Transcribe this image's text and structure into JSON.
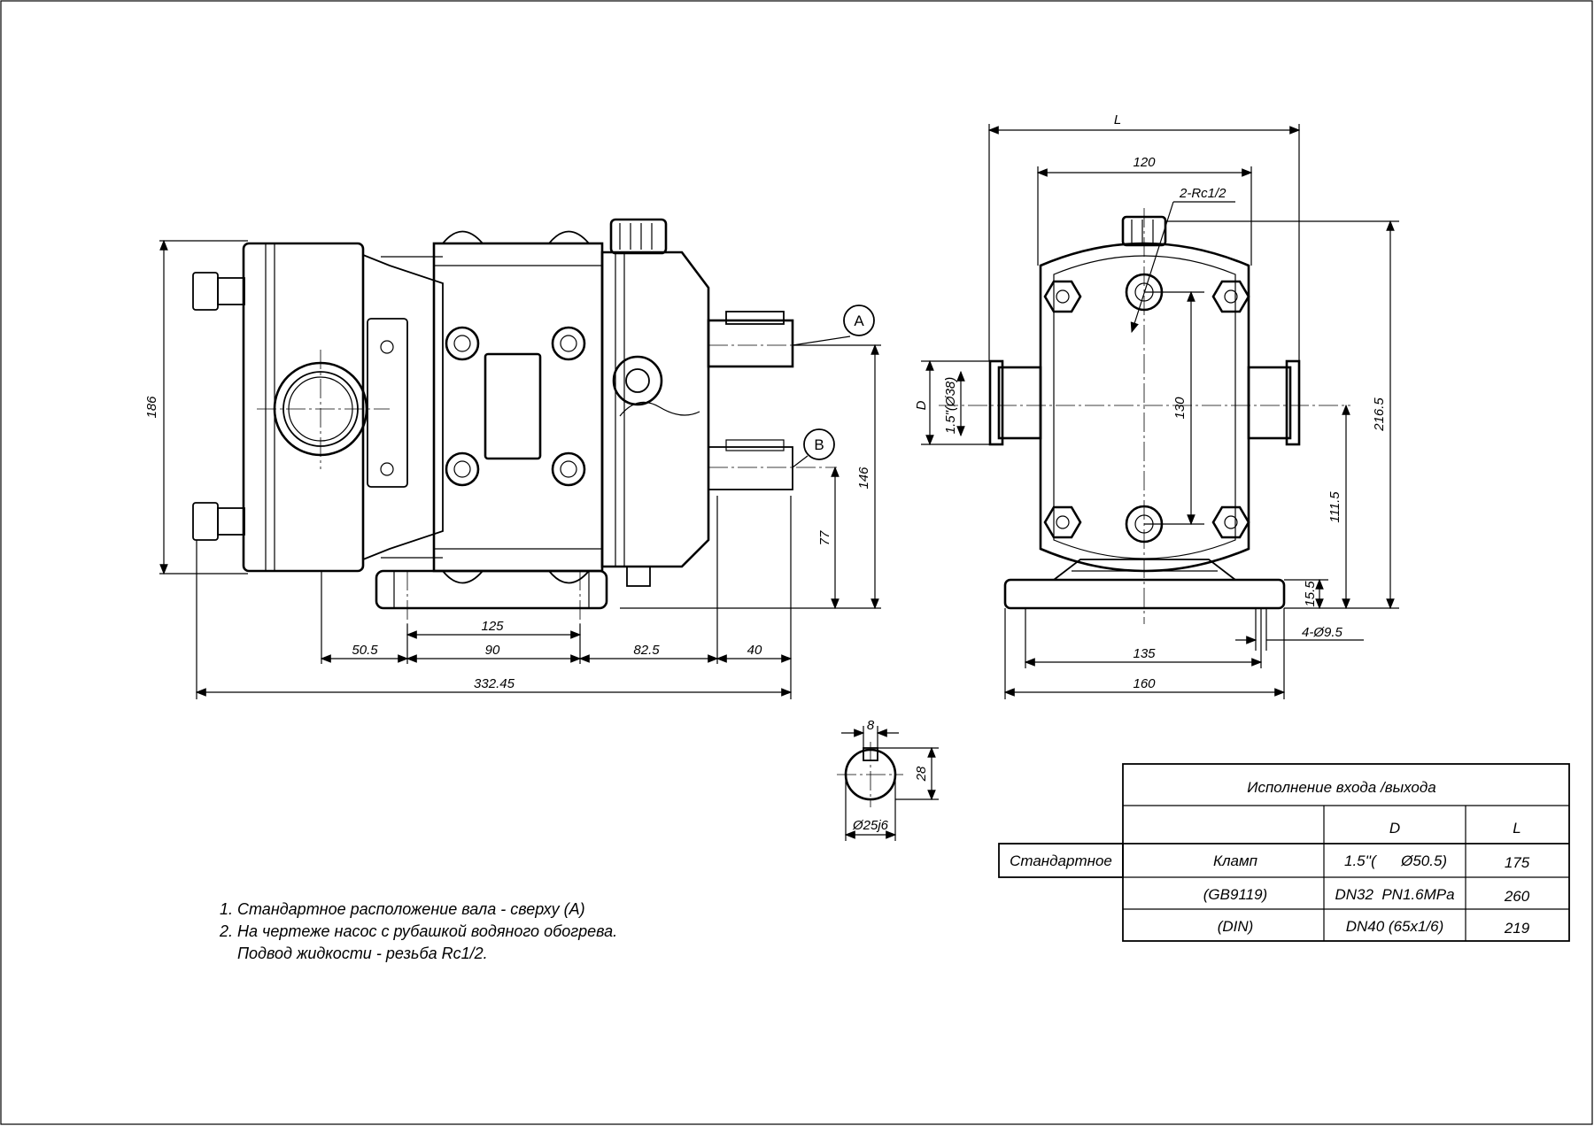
{
  "dims": {
    "left": {
      "h186": "186",
      "h146": "146",
      "h77": "77",
      "w125": "125",
      "w50_5": "50.5",
      "w90": "90",
      "w82_5": "82.5",
      "w40": "40",
      "w332": "332.45"
    },
    "right": {
      "L": "L",
      "w120": "120",
      "rc": "2-Rc1/2",
      "D": "D",
      "d38": "1.5\"(Ø38)",
      "h130": "130",
      "h216": "216.5",
      "h111": "111.5",
      "h15": "15.5",
      "holes": "4-Ø9.5",
      "w135": "135",
      "w160": "160"
    },
    "shaft": {
      "key": "8",
      "h28": "28",
      "dia": "Ø25j6"
    }
  },
  "callouts": {
    "a": "A",
    "b": "B"
  },
  "notes": [
    "1.  Стандартное расположение вала - сверху (А)",
    "2.  На чертеже насос с рубашкой водяного обогрева.",
    "Подвод жидкости - резьба Rc1/2."
  ],
  "table": {
    "title": "Исполнение входа /выхода",
    "col_d": "D",
    "col_l": "L",
    "rows": [
      {
        "type": "Стандартное",
        "conn": "Кламп",
        "d": "1.5''(      Ø50.5)",
        "l": "175"
      },
      {
        "type": "",
        "conn": "(GB9119)",
        "d": "DN32  PN1.6MPa",
        "l": "260"
      },
      {
        "type": "",
        "conn": "(DIN)",
        "d": "DN40 (65x1/6)",
        "l": "219"
      }
    ]
  }
}
